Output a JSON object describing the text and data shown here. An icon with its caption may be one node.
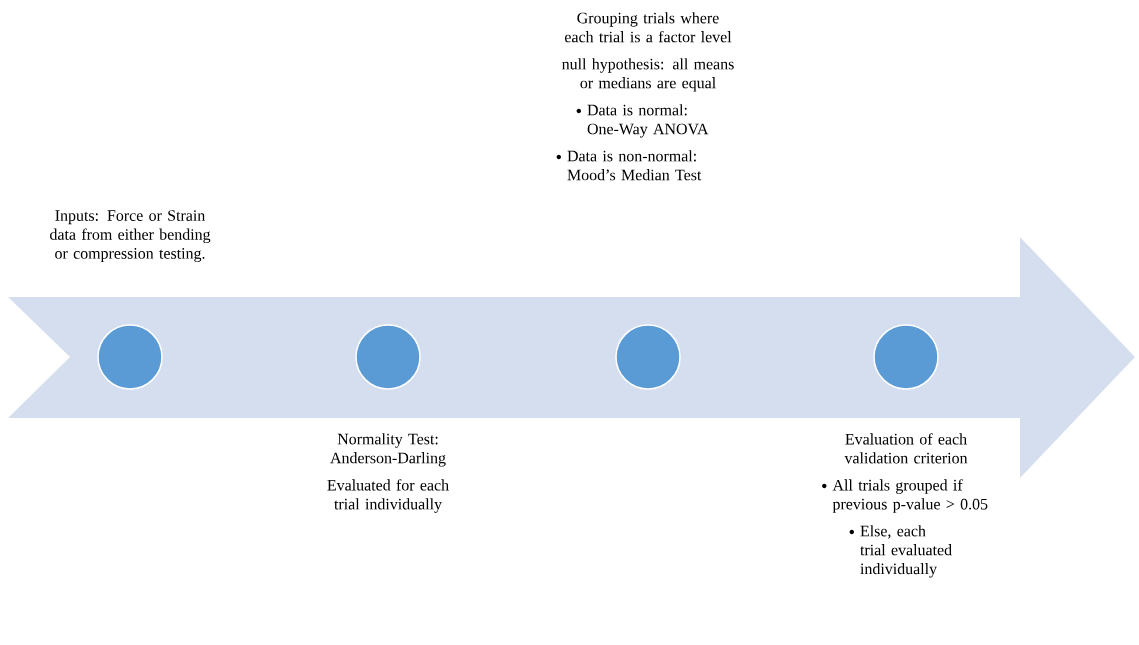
{
  "diagram": {
    "nodes": [
      {
        "text": [],
        "shape": "circle",
        "beside": [
          "Inputs: Force or Strain data from either bending or compression testing."
        ]
      },
      {
        "text": [],
        "shape": "circle",
        "beside": [
          "Normality Test: Anderson-Darling",
          "Evaluated for each trial individually"
        ]
      },
      {
        "text": [],
        "shape": "circle",
        "beside": [
          "Grouping trials where each trial is a factor level",
          "null hypothesis: all means or medians are equal",
          "Data is normal: One-Way ANOVA",
          "Data is non-normal: Mood’s Median Test"
        ]
      },
      {
        "text": [],
        "shape": "circle",
        "beside": [
          "Evaluation of each validation criterion",
          "All trials grouped if previous p-value > 0.05",
          "Else, each trial evaluated individually"
        ]
      }
    ]
  }
}
